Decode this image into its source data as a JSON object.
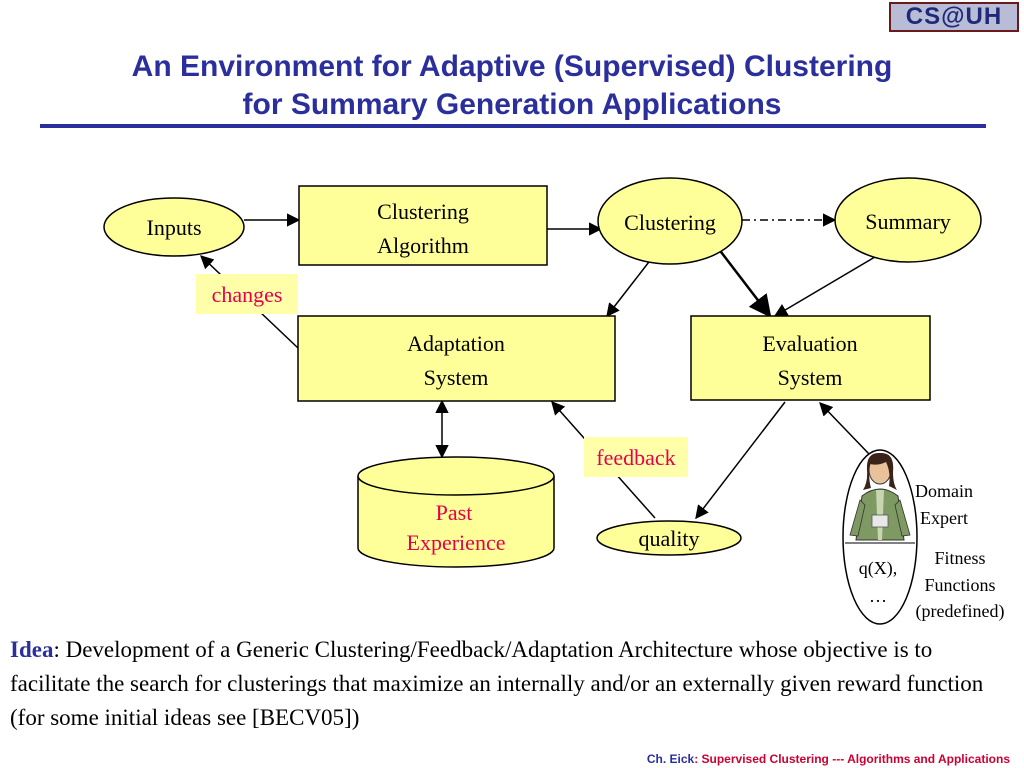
{
  "logo": {
    "text": "CS@UH"
  },
  "title": {
    "line1": "An Environment for Adaptive (Supervised) Clustering",
    "line2": "for Summary Generation Applications"
  },
  "diagram": {
    "inputs": "Inputs",
    "clustering_algorithm": [
      "Clustering",
      "Algorithm"
    ],
    "clustering": "Clustering",
    "summary": "Summary",
    "changes": "changes",
    "adaptation_system": [
      "Adaptation",
      "System"
    ],
    "evaluation_system": [
      "Evaluation",
      "System"
    ],
    "past_experience": [
      "Past",
      "Experience"
    ],
    "feedback": "feedback",
    "quality": "quality",
    "domain_expert": [
      "Domain",
      "Expert"
    ],
    "fitness_functions": [
      "Fitness",
      "Functions",
      "(predefined)"
    ],
    "qx": [
      "q(X),",
      "…"
    ]
  },
  "idea": {
    "label": "Idea",
    "text": ": Development of a Generic Clustering/Feedback/Adaptation Architecture whose objective is to facilitate the search for clusterings that maximize an internally and/or an externally given reward function (for some initial ideas see [BECV05])"
  },
  "footer": {
    "author": "Ch. Eick",
    "rest": ": Supervised Clustering --- Algorithms and Applications"
  },
  "colors": {
    "title": "#2b2f9c",
    "box_fill": "#ffff99",
    "highlight": "#e6004c",
    "label_bg": "#ffffaa"
  }
}
